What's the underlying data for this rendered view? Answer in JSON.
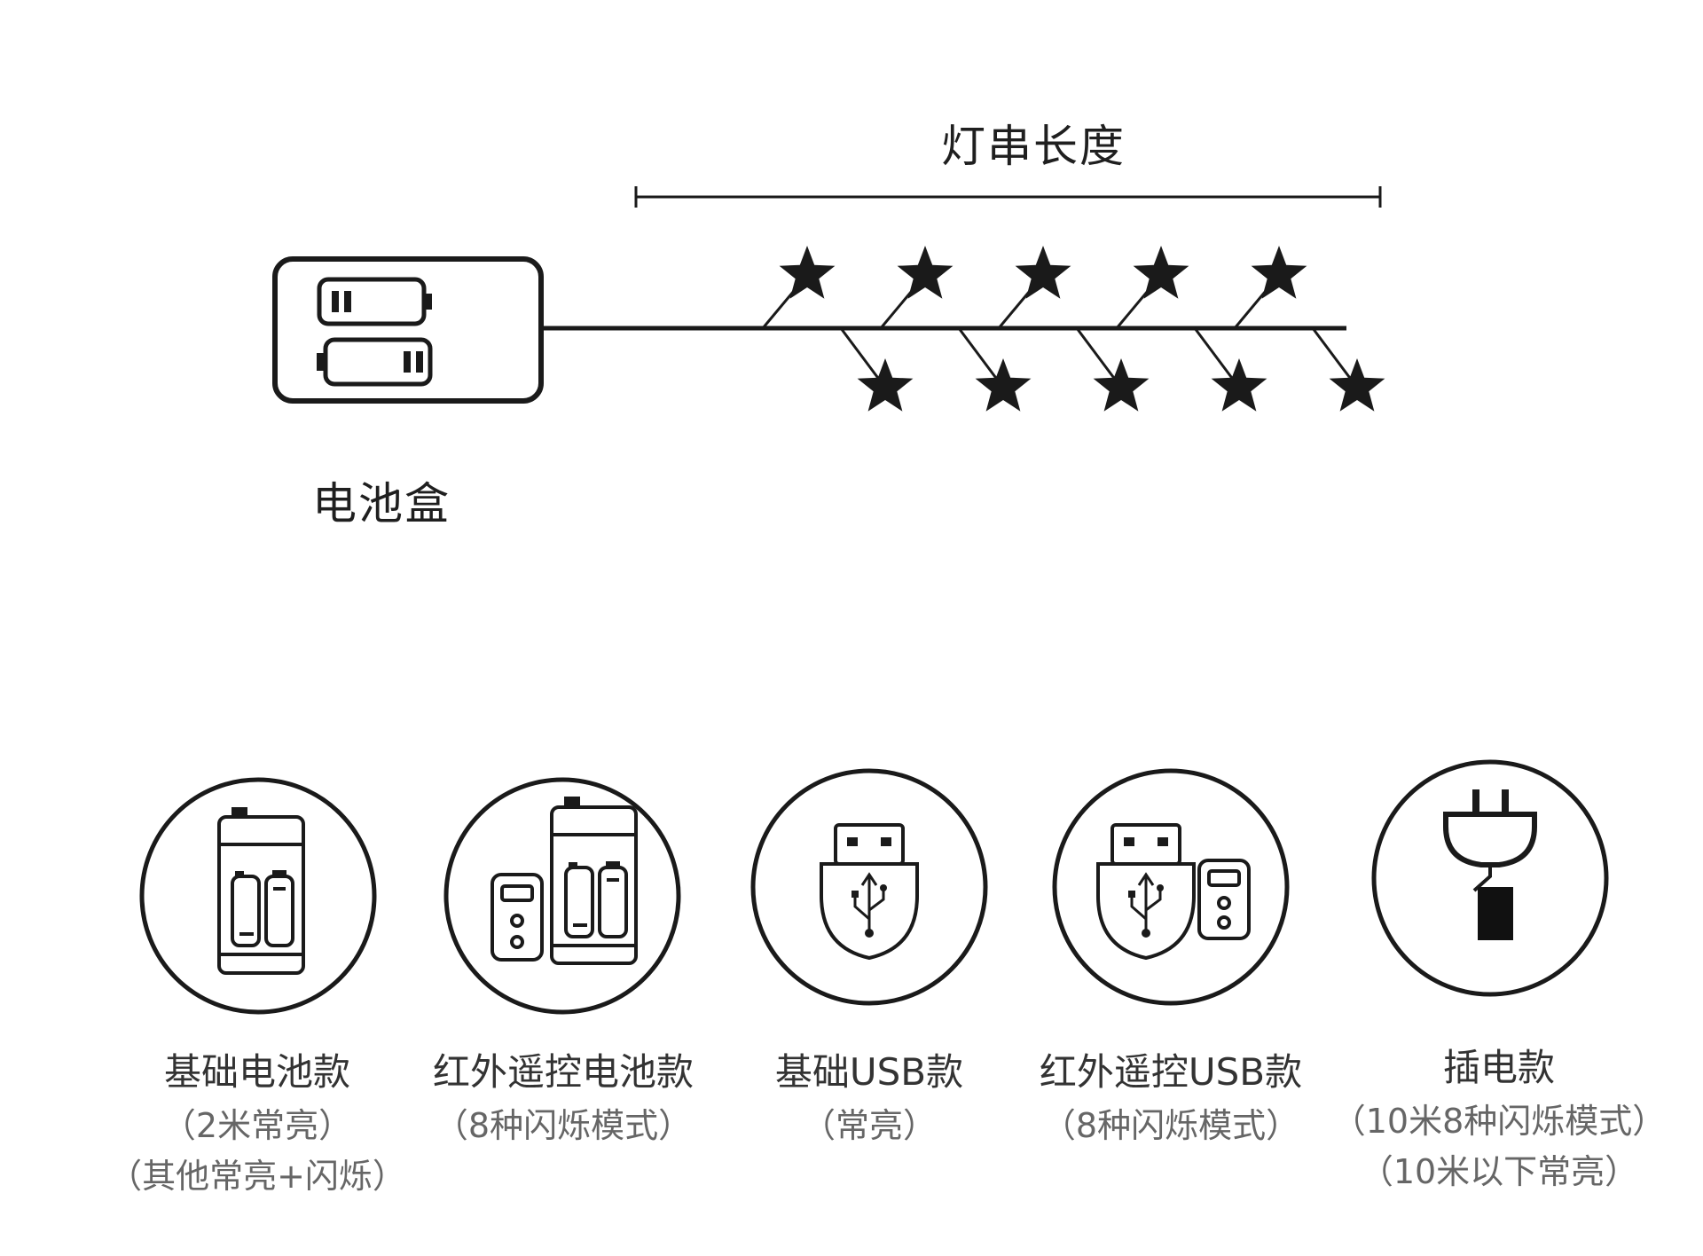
{
  "top": {
    "length_label": "灯串长度",
    "battery_label": "电池盒",
    "star_count_top": 5,
    "star_count_bottom": 5
  },
  "options": [
    {
      "icon": "battery-pack-icon",
      "name": "基础电池款",
      "notes": [
        "（2米常亮）",
        "（其他常亮+闪烁）"
      ]
    },
    {
      "icon": "remote-battery-pack-icon",
      "name": "红外遥控电池款",
      "notes": [
        "（8种闪烁模式）"
      ]
    },
    {
      "icon": "usb-plug-icon",
      "name": "基础USB款",
      "notes": [
        "（常亮）"
      ]
    },
    {
      "icon": "usb-remote-icon",
      "name": "红外遥控USB款",
      "notes": [
        "（8种闪烁模式）"
      ]
    },
    {
      "icon": "power-plug-icon",
      "name": "插电款",
      "notes": [
        "（10米8种闪烁模式）",
        "（10米以下常亮）"
      ]
    }
  ],
  "colors": {
    "line": "#1a1a1a",
    "text": "#333333",
    "note": "#666666"
  }
}
